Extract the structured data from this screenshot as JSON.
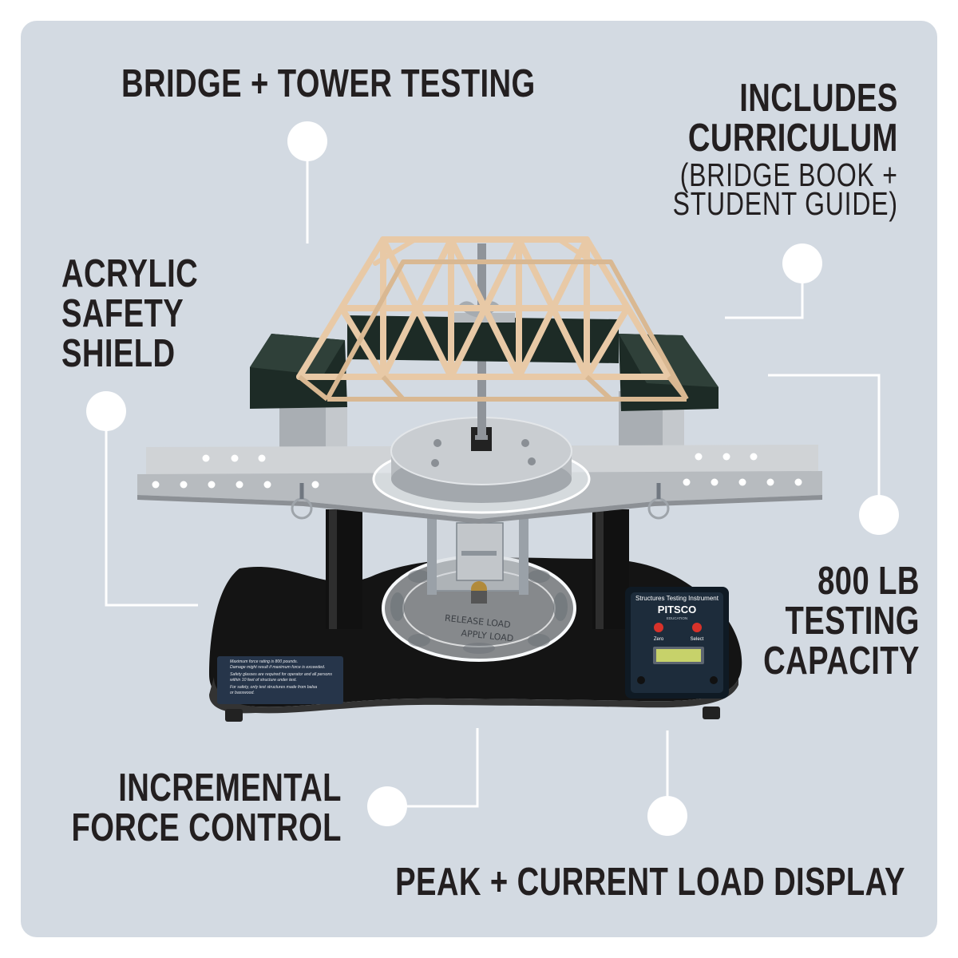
{
  "features": {
    "bridge_tower": "BRIDGE + TOWER TESTING",
    "curriculum": {
      "line1": "INCLUDES",
      "line2": "CURRICULUM",
      "sub1": "(BRIDGE BOOK +",
      "sub2": "STUDENT GUIDE)"
    },
    "shield": {
      "line1": "ACRYLIC",
      "line2": "SAFETY",
      "line3": "SHIELD"
    },
    "capacity": {
      "line1": "800 LB",
      "line2": "TESTING",
      "line3": "CAPACITY"
    },
    "incremental": {
      "line1": "INCREMENTAL",
      "line2": "FORCE CONTROL"
    },
    "display": "PEAK + CURRENT LOAD DISPLAY"
  },
  "device": {
    "title": "Structures Testing Instrument",
    "brand": "PITSCO",
    "brand_sub": "EDUCATION",
    "button_left": "Zero",
    "button_right": "Select"
  },
  "wheel": {
    "release": "RELEASE LOAD",
    "apply": "APPLY LOAD"
  },
  "warning": [
    "Maximum force rating is 800 pounds.",
    "Damage might result if maximum force is exceeded.",
    "Safety glasses are required for operator and all persons",
    "within 10 feet of structure under test.",
    "For safety, only test structures made from balsa",
    "or basswood."
  ],
  "colors": {
    "panel": "#d3dae2",
    "text": "#231f20",
    "balsa": "#e8c9a6",
    "beam": "#b9bcbf",
    "base": "#141414",
    "block": "#1d2b26",
    "device": "#0f1a24",
    "led": "#c7d26a"
  }
}
